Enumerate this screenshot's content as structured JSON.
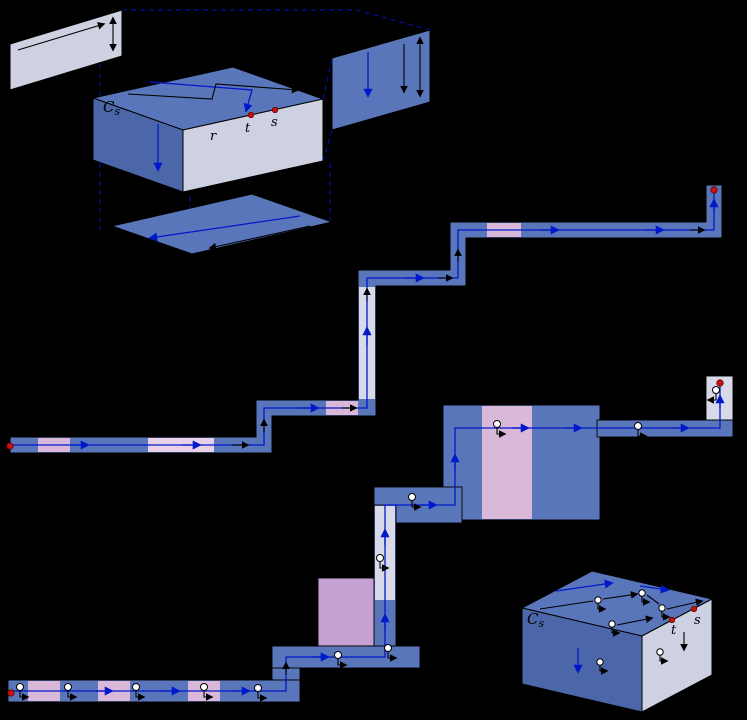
{
  "colors": {
    "background": "#000000",
    "band_blue": "#5a76ba",
    "band_blue_dark": "#4c67a9",
    "face_gray": "#cdd1e1",
    "strip_gray": "#d8dae9",
    "pink": "#dab8da",
    "pink_light": "#e9d2e7",
    "purple": "#c5a0d3",
    "path_blue": "#0018cc",
    "red_dot": "#cc1111"
  },
  "labels": {
    "box_top": {
      "name_main": "C",
      "name_sub": "s",
      "r": "r",
      "t": "t",
      "s": "s"
    },
    "box_bottom": {
      "name_main": "C",
      "name_sub": "s",
      "t": "t",
      "s": "s"
    }
  },
  "icons": {
    "gate_icon": "white-circle-with-turn-arrow",
    "endpoint_icon": "red-dot",
    "arrow_blue": "blue-path-direction-arrow",
    "arrow_black": "black-path-direction-arrow"
  }
}
